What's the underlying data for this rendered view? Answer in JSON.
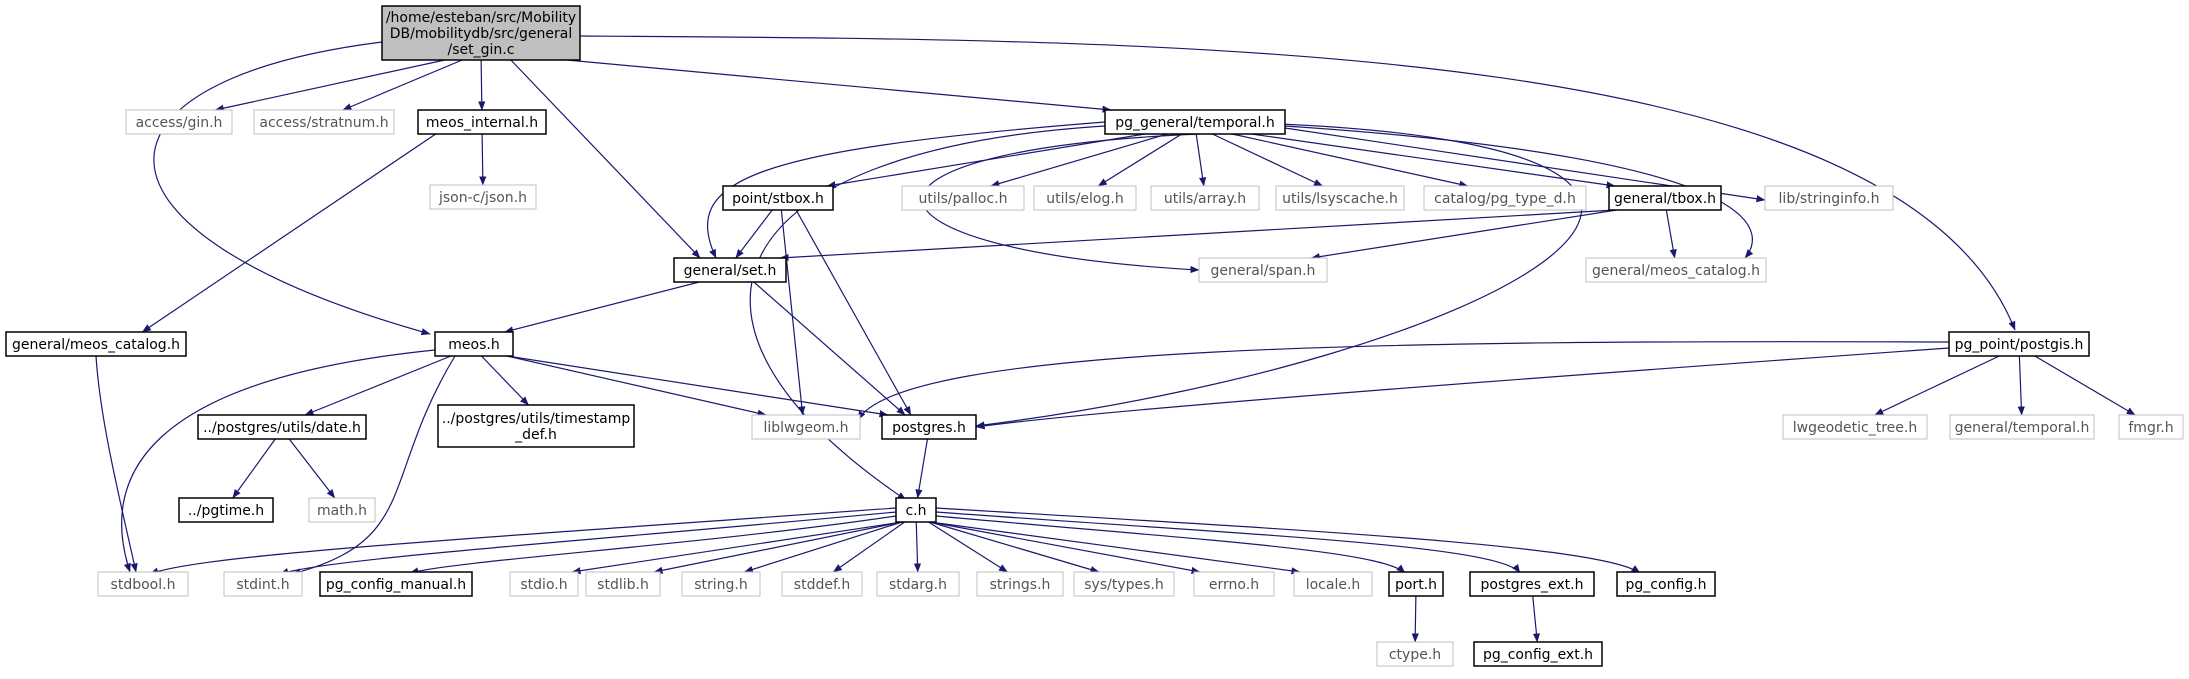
{
  "colors": {
    "root_fill": "#bfbfbf",
    "node_stroke": "#000000",
    "missing_stroke": "#bfbfbf",
    "missing_text": "#555555",
    "edge": "#191970",
    "background": "#ffffff"
  },
  "nodes": [
    {
      "id": "set_gin",
      "lines": [
        "/home/esteban/src/Mobility",
        "DB/mobilitydb/src/general",
        "/set_gin.c"
      ],
      "kind": "root"
    },
    {
      "id": "access_gin",
      "lines": [
        "access/gin.h"
      ],
      "kind": "missing"
    },
    {
      "id": "access_stratnum",
      "lines": [
        "access/stratnum.h"
      ],
      "kind": "missing"
    },
    {
      "id": "meos_internal",
      "lines": [
        "meos_internal.h"
      ],
      "kind": "normal"
    },
    {
      "id": "json",
      "lines": [
        "json-c/json.h"
      ],
      "kind": "missing"
    },
    {
      "id": "pg_temporal",
      "lines": [
        "pg_general/temporal.h"
      ],
      "kind": "normal"
    },
    {
      "id": "stbox",
      "lines": [
        "point/stbox.h"
      ],
      "kind": "normal"
    },
    {
      "id": "palloc",
      "lines": [
        "utils/palloc.h"
      ],
      "kind": "missing"
    },
    {
      "id": "elog",
      "lines": [
        "utils/elog.h"
      ],
      "kind": "missing"
    },
    {
      "id": "array",
      "lines": [
        "utils/array.h"
      ],
      "kind": "missing"
    },
    {
      "id": "lsyscache",
      "lines": [
        "utils/lsyscache.h"
      ],
      "kind": "missing"
    },
    {
      "id": "pg_type_d",
      "lines": [
        "catalog/pg_type_d.h"
      ],
      "kind": "missing"
    },
    {
      "id": "tbox",
      "lines": [
        "general/tbox.h"
      ],
      "kind": "normal"
    },
    {
      "id": "stringinfo",
      "lines": [
        "lib/stringinfo.h"
      ],
      "kind": "missing"
    },
    {
      "id": "set",
      "lines": [
        "general/set.h"
      ],
      "kind": "normal"
    },
    {
      "id": "span",
      "lines": [
        "general/span.h"
      ],
      "kind": "missing"
    },
    {
      "id": "meos_catalog_r",
      "lines": [
        "general/meos_catalog.h"
      ],
      "kind": "missing"
    },
    {
      "id": "meos_catalog_l",
      "lines": [
        "general/meos_catalog.h"
      ],
      "kind": "normal"
    },
    {
      "id": "meos",
      "lines": [
        "meos.h"
      ],
      "kind": "normal"
    },
    {
      "id": "postgis",
      "lines": [
        "pg_point/postgis.h"
      ],
      "kind": "normal"
    },
    {
      "id": "pg_date",
      "lines": [
        "../postgres/utils/date.h"
      ],
      "kind": "normal"
    },
    {
      "id": "pg_timestamp",
      "lines": [
        "../postgres/utils/timestamp",
        "_def.h"
      ],
      "kind": "normal"
    },
    {
      "id": "liblwgeom",
      "lines": [
        "liblwgeom.h"
      ],
      "kind": "missing"
    },
    {
      "id": "postgres",
      "lines": [
        "postgres.h"
      ],
      "kind": "normal"
    },
    {
      "id": "lwgeodetic",
      "lines": [
        "lwgeodetic_tree.h"
      ],
      "kind": "missing"
    },
    {
      "id": "gen_temporal",
      "lines": [
        "general/temporal.h"
      ],
      "kind": "missing"
    },
    {
      "id": "fmgr",
      "lines": [
        "fmgr.h"
      ],
      "kind": "missing"
    },
    {
      "id": "pgtime",
      "lines": [
        "../pgtime.h"
      ],
      "kind": "normal"
    },
    {
      "id": "math",
      "lines": [
        "math.h"
      ],
      "kind": "missing"
    },
    {
      "id": "c_h",
      "lines": [
        "c.h"
      ],
      "kind": "normal"
    },
    {
      "id": "stdbool",
      "lines": [
        "stdbool.h"
      ],
      "kind": "missing"
    },
    {
      "id": "stdint",
      "lines": [
        "stdint.h"
      ],
      "kind": "missing"
    },
    {
      "id": "pg_config_manual",
      "lines": [
        "pg_config_manual.h"
      ],
      "kind": "normal"
    },
    {
      "id": "stdio",
      "lines": [
        "stdio.h"
      ],
      "kind": "missing"
    },
    {
      "id": "stdlib",
      "lines": [
        "stdlib.h"
      ],
      "kind": "missing"
    },
    {
      "id": "string",
      "lines": [
        "string.h"
      ],
      "kind": "missing"
    },
    {
      "id": "stddef",
      "lines": [
        "stddef.h"
      ],
      "kind": "missing"
    },
    {
      "id": "stdarg",
      "lines": [
        "stdarg.h"
      ],
      "kind": "missing"
    },
    {
      "id": "strings",
      "lines": [
        "strings.h"
      ],
      "kind": "missing"
    },
    {
      "id": "systypes",
      "lines": [
        "sys/types.h"
      ],
      "kind": "missing"
    },
    {
      "id": "errno",
      "lines": [
        "errno.h"
      ],
      "kind": "missing"
    },
    {
      "id": "locale",
      "lines": [
        "locale.h"
      ],
      "kind": "missing"
    },
    {
      "id": "port",
      "lines": [
        "port.h"
      ],
      "kind": "normal"
    },
    {
      "id": "postgres_ext",
      "lines": [
        "postgres_ext.h"
      ],
      "kind": "normal"
    },
    {
      "id": "pg_config",
      "lines": [
        "pg_config.h"
      ],
      "kind": "normal"
    },
    {
      "id": "ctype",
      "lines": [
        "ctype.h"
      ],
      "kind": "missing"
    },
    {
      "id": "pg_config_ext",
      "lines": [
        "pg_config_ext.h"
      ],
      "kind": "normal"
    }
  ],
  "edges": [
    [
      "set_gin",
      "access_gin"
    ],
    [
      "set_gin",
      "access_stratnum"
    ],
    [
      "set_gin",
      "meos_internal"
    ],
    [
      "set_gin",
      "pg_temporal"
    ],
    [
      "set_gin",
      "set"
    ],
    [
      "set_gin",
      "meos"
    ],
    [
      "set_gin",
      "postgis"
    ],
    [
      "meos_internal",
      "json"
    ],
    [
      "meos_internal",
      "meos_catalog_l"
    ],
    [
      "pg_temporal",
      "stbox"
    ],
    [
      "pg_temporal",
      "palloc"
    ],
    [
      "pg_temporal",
      "elog"
    ],
    [
      "pg_temporal",
      "array"
    ],
    [
      "pg_temporal",
      "lsyscache"
    ],
    [
      "pg_temporal",
      "pg_type_d"
    ],
    [
      "pg_temporal",
      "tbox"
    ],
    [
      "pg_temporal",
      "stringinfo"
    ],
    [
      "pg_temporal",
      "set"
    ],
    [
      "pg_temporal",
      "span"
    ],
    [
      "pg_temporal",
      "meos_catalog_r"
    ],
    [
      "pg_temporal",
      "postgres"
    ],
    [
      "pg_temporal",
      "c_h"
    ],
    [
      "stbox",
      "set"
    ],
    [
      "stbox",
      "liblwgeom"
    ],
    [
      "stbox",
      "postgres"
    ],
    [
      "tbox",
      "set"
    ],
    [
      "tbox",
      "span"
    ],
    [
      "tbox",
      "meos_catalog_r"
    ],
    [
      "set",
      "meos"
    ],
    [
      "set",
      "postgres"
    ],
    [
      "meos_catalog_l",
      "stdbool"
    ],
    [
      "meos",
      "stdbool"
    ],
    [
      "meos",
      "stdint"
    ],
    [
      "meos",
      "pg_date"
    ],
    [
      "meos",
      "pg_timestamp"
    ],
    [
      "meos",
      "liblwgeom"
    ],
    [
      "meos",
      "postgres"
    ],
    [
      "postgis",
      "liblwgeom"
    ],
    [
      "postgis",
      "postgres"
    ],
    [
      "postgis",
      "lwgeodetic"
    ],
    [
      "postgis",
      "gen_temporal"
    ],
    [
      "postgis",
      "fmgr"
    ],
    [
      "pg_date",
      "pgtime"
    ],
    [
      "pg_date",
      "math"
    ],
    [
      "postgres",
      "c_h"
    ],
    [
      "c_h",
      "stdbool"
    ],
    [
      "c_h",
      "stdint"
    ],
    [
      "c_h",
      "pg_config_manual"
    ],
    [
      "c_h",
      "stdio"
    ],
    [
      "c_h",
      "stdlib"
    ],
    [
      "c_h",
      "string"
    ],
    [
      "c_h",
      "stddef"
    ],
    [
      "c_h",
      "stdarg"
    ],
    [
      "c_h",
      "strings"
    ],
    [
      "c_h",
      "systypes"
    ],
    [
      "c_h",
      "errno"
    ],
    [
      "c_h",
      "locale"
    ],
    [
      "c_h",
      "port"
    ],
    [
      "c_h",
      "postgres_ext"
    ],
    [
      "c_h",
      "pg_config"
    ],
    [
      "port",
      "ctype"
    ],
    [
      "postgres_ext",
      "pg_config_ext"
    ]
  ]
}
